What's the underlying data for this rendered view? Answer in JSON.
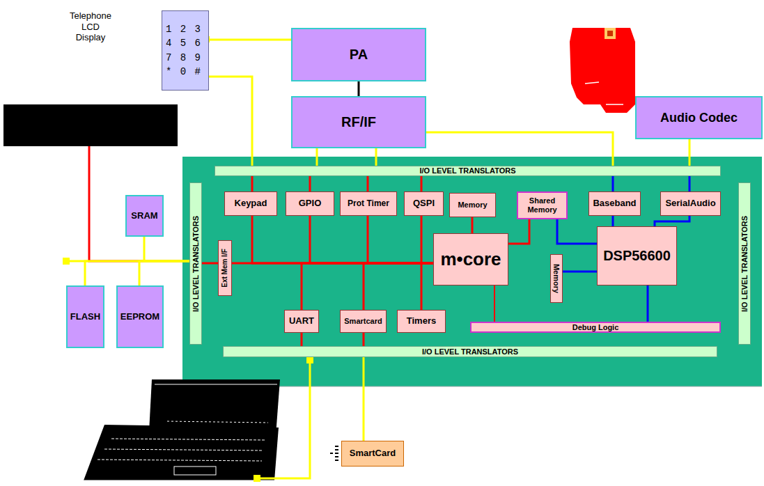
{
  "diagram": {
    "nodes": [
      {
        "text": [
          "Telephone LCD Display"
        ]
      },
      {
        "text": [
          "1 2 3 4 5 6 7 8 9 * 0 #"
        ]
      },
      {
        "text": [
          "PA"
        ]
      },
      {
        "text": [
          "RF/IF"
        ]
      },
      {
        "text": [
          "Audio Codec"
        ]
      },
      {
        "text": [
          "SRAM"
        ]
      },
      {
        "text": [
          "FLASH"
        ]
      },
      {
        "text": [
          "EEPROM"
        ]
      },
      {
        "text": [
          "I/O LEVEL TRANSLATORS"
        ]
      },
      {
        "text": [
          "I/O LEVEL TRANSLATORS"
        ]
      },
      {
        "text": [
          "I/O LEVEL TRANSLATORS"
        ]
      },
      {
        "text": [
          "I/O LEVEL TRANSLATORS"
        ]
      },
      {
        "text": [
          "Keypad"
        ]
      },
      {
        "text": [
          "GPIO"
        ]
      },
      {
        "text": [
          "Prot Timer"
        ]
      },
      {
        "text": [
          "QSPI"
        ]
      },
      {
        "text": [
          "Memory"
        ]
      },
      {
        "text": [
          "Shared Memory"
        ]
      },
      {
        "text": [
          "Baseband"
        ]
      },
      {
        "text": [
          "SerialAudio"
        ]
      },
      {
        "text": [
          "Ext Mem I/F"
        ]
      },
      {
        "text": [
          "m•core"
        ]
      },
      {
        "text": [
          "Memory"
        ]
      },
      {
        "text": [
          "DSP56600"
        ]
      },
      {
        "text": [
          "UART"
        ]
      },
      {
        "text": [
          "Smartcard"
        ]
      },
      {
        "text": [
          "Timers"
        ]
      },
      {
        "text": [
          "Debug Logic"
        ]
      },
      {
        "text": [
          "SmartCard"
        ]
      }
    ],
    "edges": [
      {
        "from": 2,
        "to": 3,
        "arrow": "none"
      },
      {
        "from": 1,
        "to": 8,
        "arrow": "none"
      },
      {
        "from": 3,
        "to": 8,
        "arrow": "none"
      },
      {
        "from": 3,
        "to": 8,
        "arrow": "none"
      },
      {
        "from": 3,
        "to": 8,
        "arrow": "none"
      },
      {
        "from": 4,
        "to": 8,
        "arrow": "none"
      },
      {
        "from": 8,
        "to": 12,
        "arrow": "none"
      },
      {
        "from": 8,
        "to": 13,
        "arrow": "none"
      },
      {
        "from": 8,
        "to": 14,
        "arrow": "none"
      },
      {
        "from": 8,
        "to": 15,
        "arrow": "none"
      },
      {
        "from": 8,
        "to": 18,
        "arrow": "none"
      },
      {
        "from": 8,
        "to": 19,
        "arrow": "none"
      },
      {
        "from": 0,
        "to": 9,
        "arrow": "none"
      },
      {
        "from": 5,
        "to": 9,
        "arrow": "none"
      },
      {
        "from": 6,
        "to": 9,
        "arrow": "none"
      },
      {
        "from": 7,
        "to": 9,
        "arrow": "none"
      },
      {
        "from": 9,
        "to": 20,
        "arrow": "none"
      },
      {
        "from": 20,
        "to": 21,
        "arrow": "none"
      },
      {
        "from": 12,
        "to": 21,
        "arrow": "none"
      },
      {
        "from": 13,
        "to": 21,
        "arrow": "none"
      },
      {
        "from": 14,
        "to": 21,
        "arrow": "none"
      },
      {
        "from": 15,
        "to": 21,
        "arrow": "none"
      },
      {
        "from": 24,
        "to": 21,
        "arrow": "none"
      },
      {
        "from": 25,
        "to": 21,
        "arrow": "none"
      },
      {
        "from": 26,
        "to": 21,
        "arrow": "none"
      },
      {
        "from": 16,
        "to": 21,
        "arrow": "none"
      },
      {
        "from": 21,
        "to": 17,
        "arrow": "none"
      },
      {
        "from": 17,
        "to": 23,
        "arrow": "none"
      },
      {
        "from": 18,
        "to": 23,
        "arrow": "none"
      },
      {
        "from": 19,
        "to": 23,
        "arrow": "none"
      },
      {
        "from": 22,
        "to": 23,
        "arrow": "none"
      },
      {
        "from": 23,
        "to": 27,
        "arrow": "none"
      },
      {
        "from": 21,
        "to": 27,
        "arrow": "none"
      },
      {
        "from": 24,
        "to": 11,
        "arrow": "none"
      },
      {
        "from": 25,
        "to": 11,
        "arrow": "none"
      },
      {
        "from": 11,
        "to": 28,
        "arrow": "none"
      }
    ]
  }
}
